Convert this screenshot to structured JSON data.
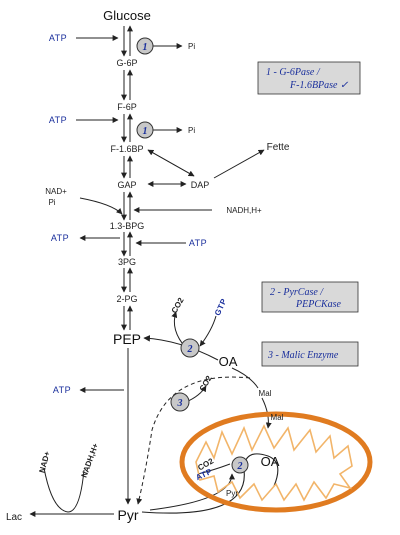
{
  "metabolites": {
    "glucose": "Glucose",
    "g6p": "G-6P",
    "f6p": "F-6P",
    "f16bp": "F-1.6BP",
    "gap": "GAP",
    "dap": "DAP",
    "bpg13": "1.3-BPG",
    "pg3": "3PG",
    "pg2": "2-PG",
    "pep": "PEP",
    "pyr": "Pyr",
    "lac": "Lac",
    "oa": "OA",
    "oa_mito": "OA",
    "mal_out": "Mal",
    "mal_in": "Mal",
    "pyr_mito": "Pyr",
    "fette": "Fette"
  },
  "cofactors": {
    "atp_1": "ATP",
    "pi_1": "Pi",
    "atp_2": "ATP",
    "pi_2": "Pi",
    "nad_plus": "NAD+",
    "pi_3": "Pi",
    "nadh": "NADH,H+",
    "atp_3": "ATP",
    "atp_4": "ATP",
    "co2_1": "CO2",
    "gtp": "GTP",
    "co2_2": "CO2",
    "atp_5": "ATP",
    "nad_bottom": "NAD+",
    "nadh_bottom": "NADH,H+",
    "co2_mito": "CO2",
    "atp_mito": "ATP"
  },
  "enzyme_markers": {
    "e1a": "1",
    "e1b": "1",
    "e2a": "2",
    "e3": "3",
    "e2b": "2"
  },
  "legend": {
    "box1_line1": "1 -   G-6Pase  /",
    "box1_line2": "F-1.6BPase ✓",
    "box2_line1": "2 -   PyrCase  /",
    "box2_line2": "PEPCKase",
    "box3": "3 -   Malic Enzyme"
  },
  "colors": {
    "mito_outer": "#e07b20",
    "mito_inner": "#f2b56a",
    "cofactor_blue": "#1a2f9c",
    "enzyme_fill": "#c8c8c8",
    "legend_fill": "#d9d9d9"
  }
}
